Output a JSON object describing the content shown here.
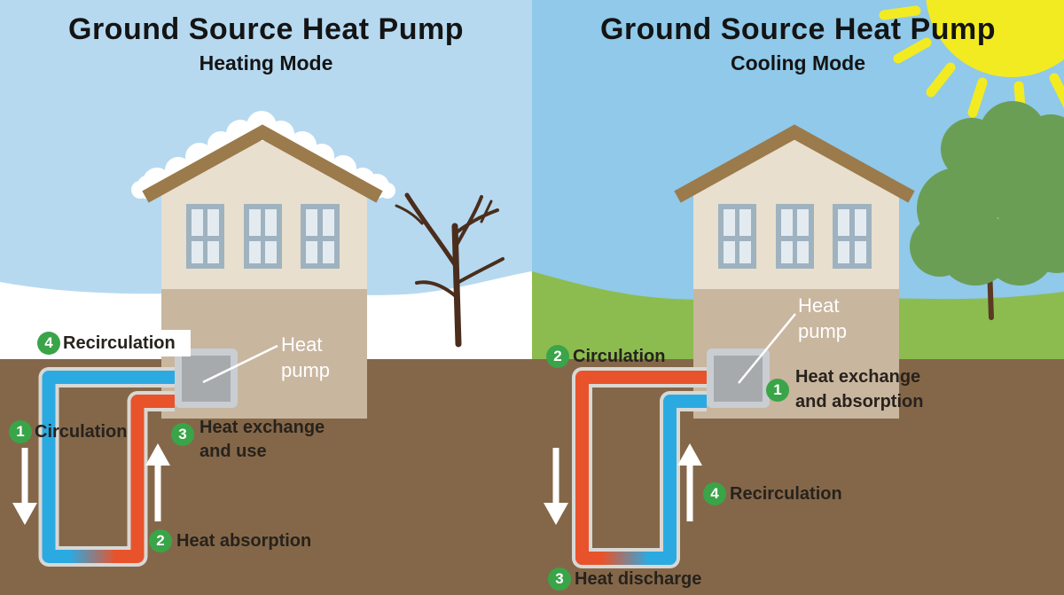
{
  "diagram": {
    "left_panel": {
      "title": "Ground Source Heat Pump",
      "subtitle": "Heating Mode",
      "heat_pump_label": "Heat pump",
      "steps": [
        {
          "num": "1",
          "label": "Circulation"
        },
        {
          "num": "2",
          "label": "Heat absorption"
        },
        {
          "num": "3",
          "label": "Heat exchange and use"
        },
        {
          "num": "4",
          "label": "Recirculation"
        }
      ]
    },
    "right_panel": {
      "title": "Ground Source Heat Pump",
      "subtitle": "Cooling Mode",
      "heat_pump_label": "Heat pump",
      "steps": [
        {
          "num": "1",
          "label": "Heat exchange and absorption"
        },
        {
          "num": "2",
          "label": "Circulation"
        },
        {
          "num": "3",
          "label": "Heat discharge"
        },
        {
          "num": "4",
          "label": "Recirculation"
        }
      ]
    }
  },
  "colors": {
    "sky_heating": "#b6d9f0",
    "sky_cooling": "#90c9e9",
    "snow": "#ffffff",
    "grass": "#8cbc50",
    "soil": "#846749",
    "roof_trim": "#9b7a4b",
    "wall_upper": "#e8dfce",
    "wall_lower": "#c9b69f",
    "window_frame": "#9fb2c0",
    "window_pane": "#e3ebf1",
    "pump_outer": "#c9ced3",
    "pump_inner": "#a7aaad",
    "pipe_cold": "#2baae2",
    "pipe_warm": "#e9532b",
    "pipe_casing": "#d8d8d5",
    "badge_green": "#3aa449",
    "sun_yellow": "#f3eb21",
    "label_text": "#27221c"
  }
}
